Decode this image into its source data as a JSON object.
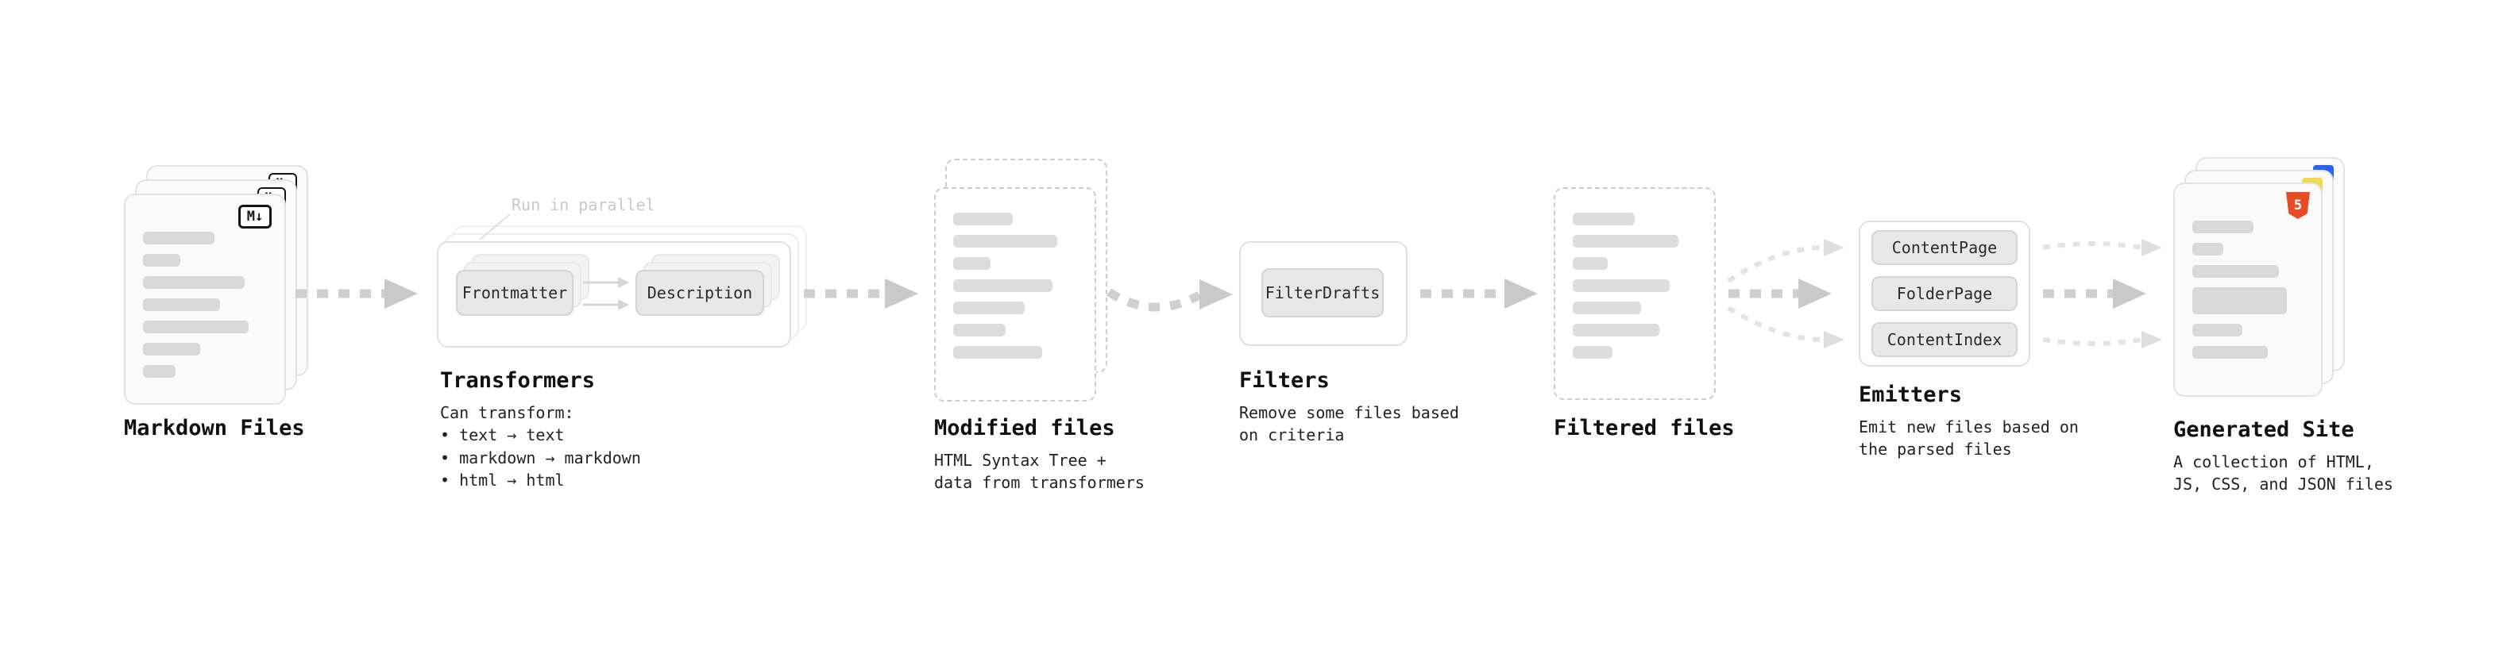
{
  "pipeline": {
    "markdown_files": {
      "title": "Markdown Files",
      "icon": "M↓"
    },
    "transformers": {
      "title": "Transformers",
      "note": "Run in parallel",
      "nodes": [
        "Frontmatter",
        "Description"
      ],
      "description": "Can transform:\n• text → text\n• markdown → markdown\n• html → html"
    },
    "modified_files": {
      "title": "Modified files",
      "description": "HTML Syntax Tree +\ndata from transformers"
    },
    "filters": {
      "title": "Filters",
      "nodes": [
        "FilterDrafts"
      ],
      "description": "Remove some files based\non criteria"
    },
    "filtered_files": {
      "title": "Filtered files"
    },
    "emitters": {
      "title": "Emitters",
      "nodes": [
        "ContentPage",
        "FolderPage",
        "ContentIndex"
      ],
      "description": "Emit new files based on\nthe parsed files"
    },
    "generated_site": {
      "title": "Generated Site",
      "icon": "5",
      "description": "A collection of HTML,\nJS, CSS, and JSON files"
    }
  },
  "colors": {
    "markdown_icon": "#151515",
    "html5_icon": "#e44d26",
    "js_icon": "#f0db4f",
    "css_icon": "#2965f1",
    "arrow": "#cfcfcf",
    "text_line_bar": "#d9d9d9"
  }
}
